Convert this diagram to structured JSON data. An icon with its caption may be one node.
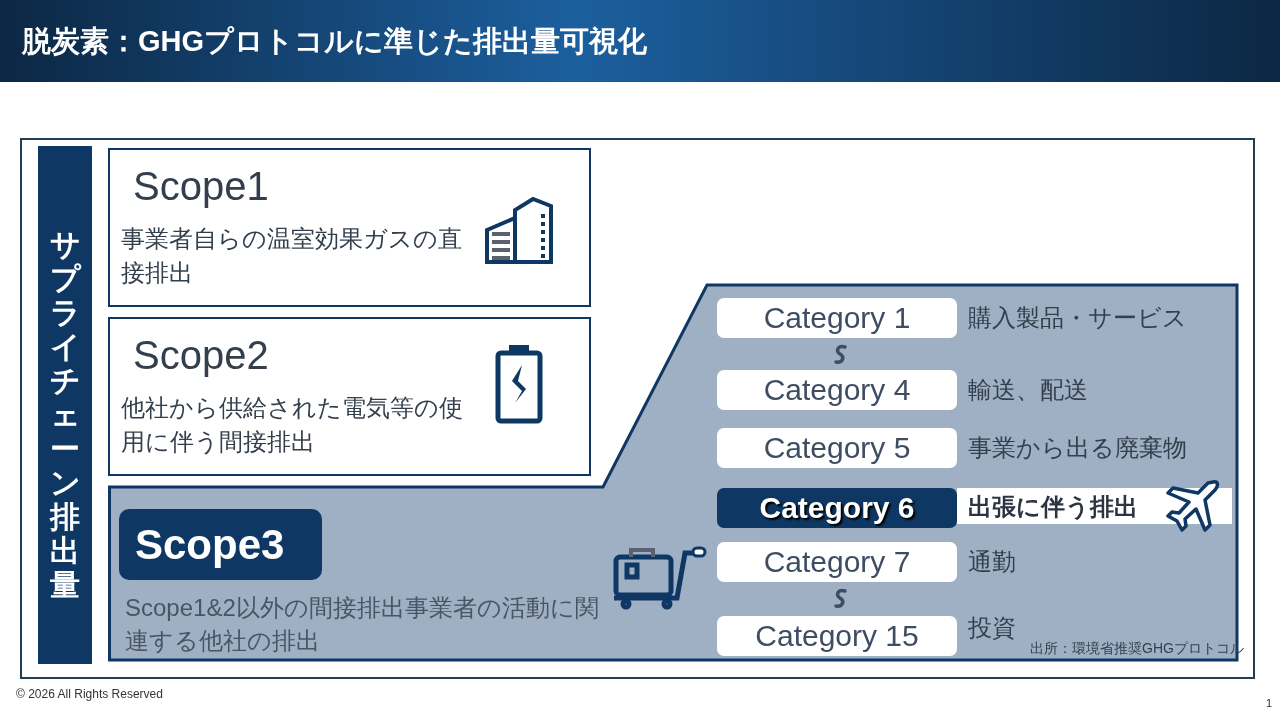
{
  "diagram": {
    "title": "脱炭素：GHGプロトコルに準じた排出量可視化",
    "nodes": [
      {
        "text": [
          "サプライチェーン排出量"
        ]
      },
      {
        "text": [
          "Scope1",
          "事業者自らの温室効果ガスの直接排出"
        ]
      },
      {
        "text": [
          "Scope2",
          "他社から供給された電気等の使用に伴う間接排出"
        ]
      },
      {
        "text": [
          "Scope1&2以外の間接排出事業者の活動に関連する他社の排出"
        ]
      },
      {
        "text": [
          "Scope3"
        ],
        "in": 3
      },
      {
        "text": [
          "Category 1"
        ],
        "in": 3,
        "beside": [
          "購入製品・サービス"
        ]
      },
      {
        "text": [
          "Category 4"
        ],
        "in": 3,
        "beside": [
          "輸送、配送"
        ]
      },
      {
        "text": [
          "Category 5"
        ],
        "in": 3,
        "beside": [
          "事業から出る廃棄物"
        ]
      },
      {
        "text": [
          "Category 6",
          "出張に伴う排出"
        ],
        "in": 3
      },
      {
        "text": [
          "Category 7"
        ],
        "in": 3,
        "beside": [
          "通勤"
        ]
      },
      {
        "text": [
          "Category 15"
        ],
        "in": 3,
        "beside": [
          "投資"
        ]
      }
    ],
    "labels": [
      "出所：環境省推奨GHGプロトコル",
      "© 2026 All Rights Reserved",
      "1"
    ]
  }
}
